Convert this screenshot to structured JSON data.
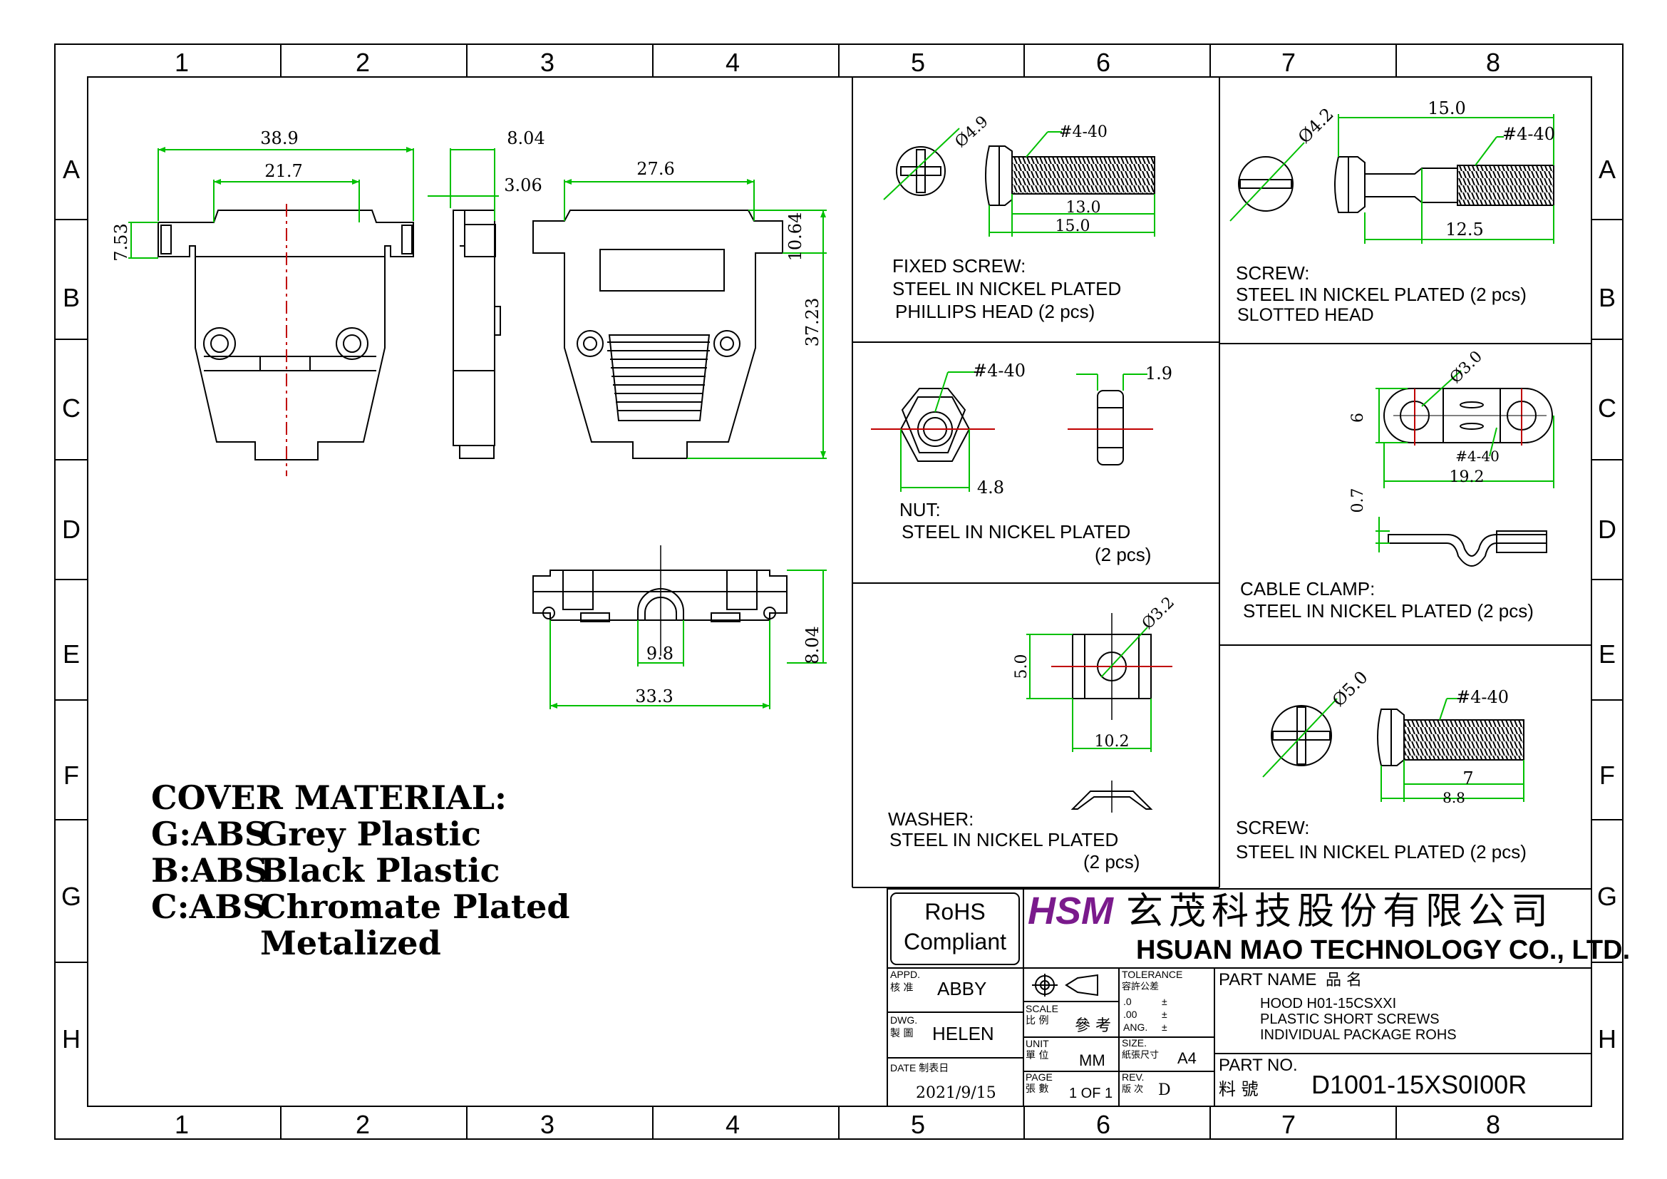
{
  "frame": {
    "columns": [
      "1",
      "2",
      "3",
      "4",
      "5",
      "6",
      "7",
      "8"
    ],
    "rows": [
      "A",
      "B",
      "C",
      "D",
      "E",
      "F",
      "G",
      "H"
    ]
  },
  "main_drawing": {
    "dims": {
      "overall_width": "38.9",
      "opening_width": "21.7",
      "flange_height": "7.53",
      "side_thickness": "8.04",
      "side_lip": "3.06",
      "rear_width": "27.6",
      "rear_flange": "10.64",
      "overall_height": "37.23",
      "bottom_width": "33.3",
      "bottom_opening": "9.8",
      "bottom_height": "8.04"
    }
  },
  "material": {
    "heading": "COVER MATERIAL:",
    "lines": [
      {
        "code": "G:ABS",
        "text": "Grey Plastic"
      },
      {
        "code": "B:ABS",
        "text": "Black Plastic"
      },
      {
        "code": "C:ABS",
        "text": "Chromate Plated"
      },
      {
        "code": "",
        "text": "Metalized"
      }
    ]
  },
  "parts": {
    "fixed_screw": {
      "diameter": "Ø4.9",
      "thread": "#4-40",
      "len_a": "13.0",
      "len_b": "15.0",
      "title": "FIXED SCREW:",
      "line1": "STEEL IN NICKEL PLATED",
      "line2": "PHILLIPS HEAD  (2 pcs)"
    },
    "slotted_screw": {
      "diameter": "Ø4.2",
      "thread": "#4-40",
      "len_a": "15.0",
      "len_b": "12.5",
      "title": "SCREW:",
      "line1": "STEEL IN NICKEL PLATED  (2 pcs)",
      "line2": "SLOTTED HEAD"
    },
    "nut": {
      "thread": "#4-40",
      "thick": "1.9",
      "width": "4.8",
      "title": "NUT:",
      "line1": "STEEL IN NICKEL PLATED",
      "line2": "(2 pcs)"
    },
    "cable_clamp": {
      "hole": "Ø3.0",
      "height": "6",
      "thread": "#4-40",
      "length": "19.2",
      "thick": "0.7",
      "title": "CABLE CLAMP:",
      "line1": "STEEL IN NICKEL PLATED  (2 pcs)"
    },
    "washer": {
      "hole": "Ø3.2",
      "height": "5.0",
      "width": "10.2",
      "title": "WASHER:",
      "line1": "STEEL IN NICKEL PLATED",
      "line2": "(2 pcs)"
    },
    "screw": {
      "diameter": "Ø5.0",
      "thread": "#4-40",
      "len_a": "7",
      "len_b": "8.8",
      "title": "SCREW:",
      "line1": "STEEL IN NICKEL PLATED  (2 pcs)"
    }
  },
  "title_block": {
    "rohs_1": "RoHS",
    "rohs_2": "Compliant",
    "logo": "HSM",
    "company_cn": "玄茂科技股份有限公司",
    "company_en": "HSUAN MAO TECHNOLOGY CO., LTD.",
    "appd_label": "APPD.",
    "appd_label_cn": "核 准",
    "appd": "ABBY",
    "dwg_label": "DWG.",
    "dwg_label_cn": "製 圖",
    "dwg": "HELEN",
    "date_label": "DATE  制表日",
    "date": "2021/9/15",
    "scale_label": "SCALE",
    "scale_label_cn": "比 例",
    "scale": "參 考",
    "unit_label": "UNIT",
    "unit_label_cn": "單 位",
    "unit": "MM",
    "page_label": "PAGE",
    "page_label_cn": "張 數",
    "page": "1 OF 1",
    "tolerance_label": "TOLERANCE",
    "tolerance_label_cn": "容許公差",
    "tol_0": ".0",
    "tol_00": ".00",
    "tol_ang": "ANG.",
    "tol_pm": "±",
    "size_label": "SIZE.",
    "size_label_cn": "紙張尺寸",
    "size": "A4",
    "rev_label": "REV.",
    "rev_label_cn": "版 次",
    "rev": "D",
    "part_name_label": "PART NAME",
    "part_name_label_cn": "品   名",
    "part_name_1": "HOOD H01-15CSXXI",
    "part_name_2": "PLASTIC SHORT SCREWS",
    "part_name_3": "INDIVIDUAL PACKAGE ROHS",
    "part_no_label": "PART NO.",
    "part_no_label_cn": "料   號",
    "part_no": "D1001-15XS0I00R"
  }
}
